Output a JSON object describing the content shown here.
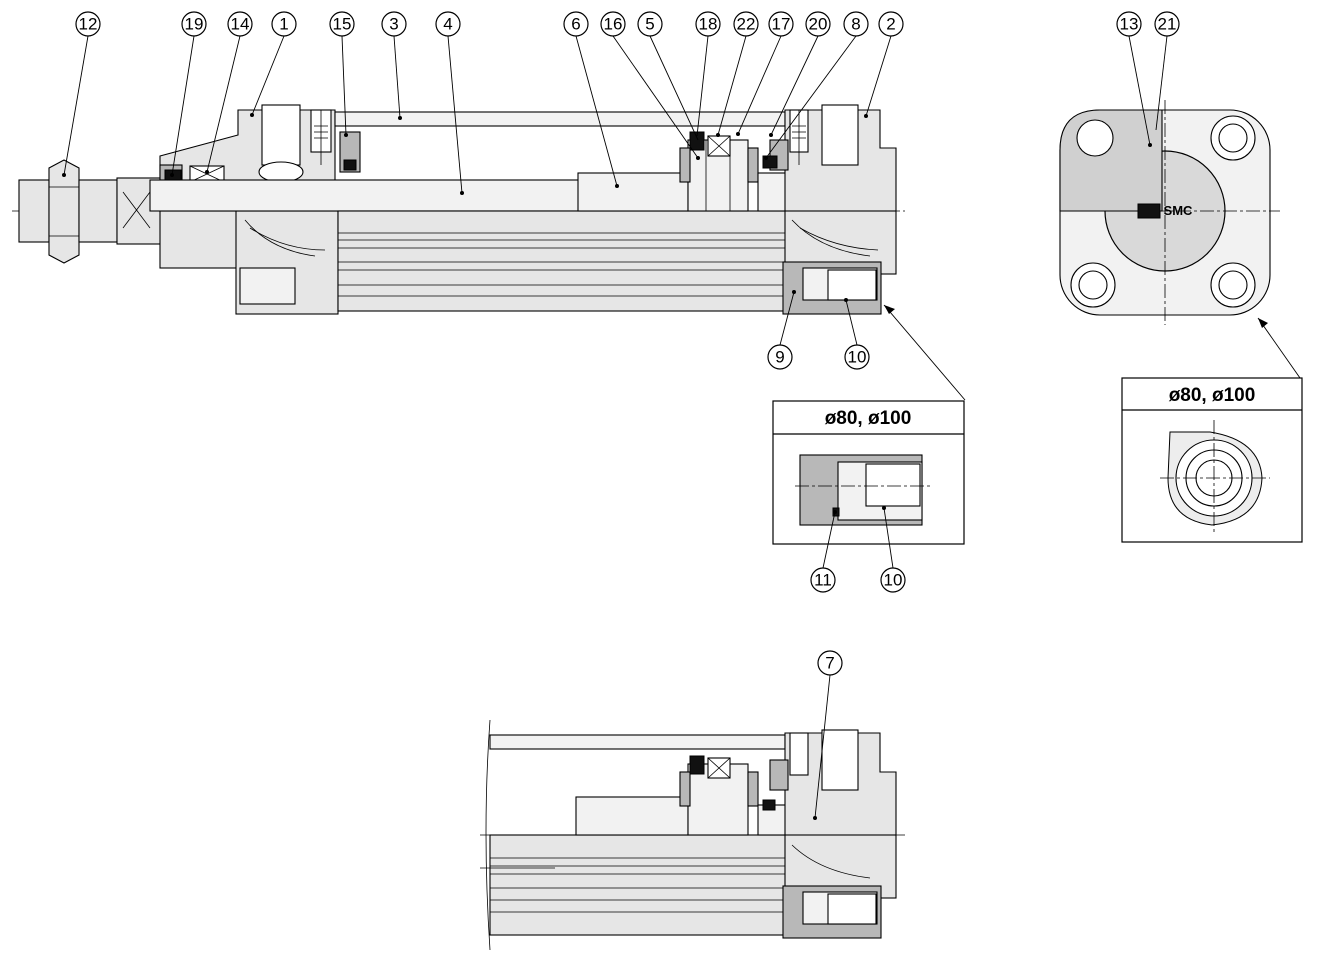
{
  "callouts": {
    "c1": "1",
    "c2": "2",
    "c3": "3",
    "c4": "4",
    "c5": "5",
    "c6": "6",
    "c7": "7",
    "c8": "8",
    "c9": "9",
    "c10": "10",
    "c10b": "10",
    "c11": "11",
    "c12": "12",
    "c13": "13",
    "c14": "14",
    "c15": "15",
    "c16": "16",
    "c17": "17",
    "c18": "18",
    "c19": "19",
    "c20": "20",
    "c21": "21",
    "c22": "22"
  },
  "detail_boxes": {
    "port_detail_title": "ø80, ø100",
    "end_view_detail_title": "ø80, ø100"
  },
  "end_view": {
    "logo_text": "SMC"
  }
}
